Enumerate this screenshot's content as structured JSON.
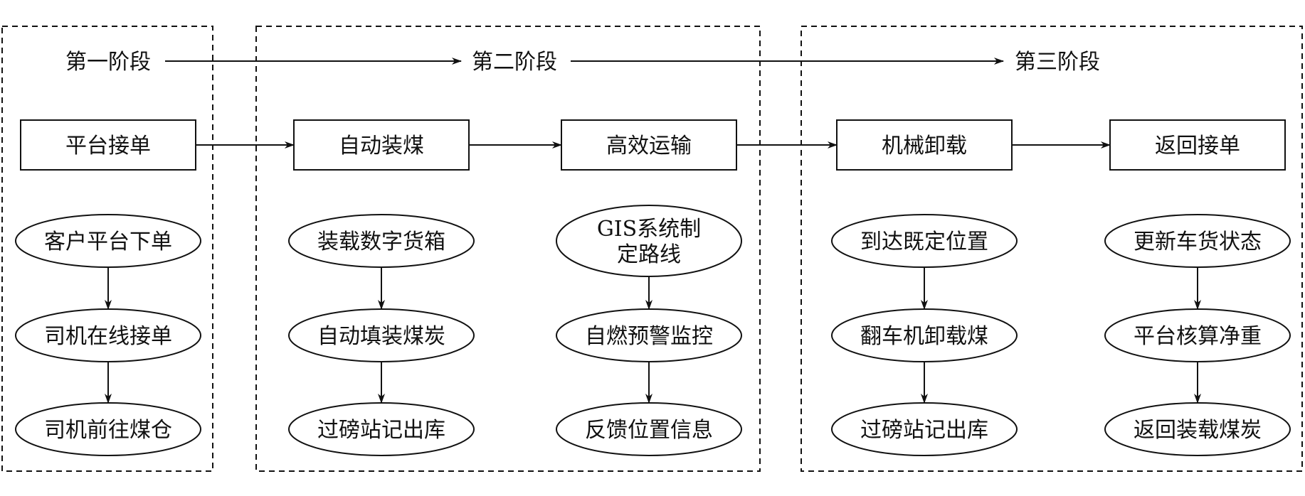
{
  "stages": [
    {
      "title": "第一阶段",
      "step": "平台接单",
      "tasks": [
        [
          "客户平台下单"
        ],
        [
          "司机在线接单"
        ],
        [
          "司机前往煤仓"
        ]
      ]
    },
    {
      "title": "第二阶段",
      "step": "自动装煤",
      "tasks": [
        [
          "装载数字货箱"
        ],
        [
          "自动填装煤炭"
        ],
        [
          "过磅站记出库"
        ]
      ]
    },
    {
      "step": "高效运输",
      "tasks": [
        [
          "GIS系统制",
          "定路线"
        ],
        [
          "自燃预警监控"
        ],
        [
          "反馈位置信息"
        ]
      ]
    },
    {
      "title": "第三阶段",
      "step": "机械卸载",
      "tasks": [
        [
          "到达既定位置"
        ],
        [
          "翻车机卸载煤"
        ],
        [
          "过磅站记出库"
        ]
      ]
    },
    {
      "step": "返回接单",
      "tasks": [
        [
          "更新车货状态"
        ],
        [
          "平台核算净重"
        ],
        [
          "返回装载煤炭"
        ]
      ]
    }
  ]
}
